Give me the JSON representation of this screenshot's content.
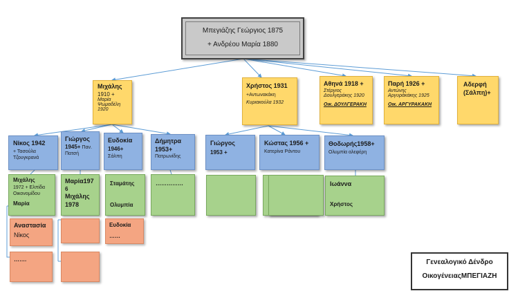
{
  "root": {
    "line1": "Μπεγιάζης Γεώργιος 1875",
    "line2": "+ Ανδρέου Μαρία 1880"
  },
  "children": {
    "michalis": {
      "name": "Μιχάλης",
      "line2": "1910 +",
      "spouse1": "Μαρία",
      "spouse2": "Ψωμαδέλη",
      "spouse3": "1920"
    },
    "christos": {
      "name": "Χρήστος 1931",
      "spouse1": "+Αντωνακάκη",
      "spouse2": "Κυριακούλα 1932"
    },
    "athina": {
      "name": "Αθηνά 1918 +",
      "spouse1": "Στέργιος",
      "spouse2": "Δουλγεράκης 1920",
      "family": "Οικ. ΔΟΥΛΓΕΡΑΚΗ"
    },
    "pari": {
      "name": "Παρή 1926 +",
      "spouse1": "Αντώνης",
      "spouse2": "Αργυράκάκης 1925",
      "family": "Οικ. ΑΡΓΥΡΑΚΑΚΗ"
    },
    "aderfi": {
      "line1": "Αδερφή",
      "line2": "(Σάλπη)+"
    }
  },
  "grandchildren": {
    "nikos": {
      "name": "Νίκος 1942",
      "spouse1": "+ Τασούλα",
      "spouse2": "Τζουγκρανά"
    },
    "giorgos1": {
      "line1": "Γιώργος",
      "line2": "1945+",
      "line2b": " Παν.",
      "line3": "Πατσή"
    },
    "evdokia": {
      "line1": "Ευδοκία",
      "line2": "1946+",
      "line3": "Σάλπη"
    },
    "dimitra": {
      "line1": "Δήμητρα",
      "line2": "1953+",
      "line3": "Πατρωνίδης"
    },
    "giorgos2": {
      "line1": "Γιώργος",
      "line2": "1953 +"
    },
    "kostas": {
      "name": "Κώστας 1956 +",
      "spouse": "Κατερίνα Ράντου"
    },
    "thodoris": {
      "name": "Θοδωρής1958+",
      "spouse": "Ολυμπία αλεφέρη"
    }
  },
  "great_grandchildren": {
    "michalis2": {
      "line1": "Μιχάλης",
      "line2": "1972 + Ελπίδα",
      "line3": "Οικονομίδου",
      "line4": "Μαρία"
    },
    "maria": {
      "line1": "Μαρία197",
      "line2": "6",
      "line3": "Μιχάλης",
      "line4": "1978"
    },
    "stamatis": {
      "line1": "Σταμάτης",
      "line2": "Ολυμπία"
    },
    "dimitra_kids": {
      "line1": "……………"
    },
    "thodoris_kids": {
      "line1": "Ιωάννα",
      "line2": "Χρήστος"
    }
  },
  "great_great": {
    "anastasia": {
      "line1": "Αναστασία",
      "line2": "Νίκος"
    },
    "evdokia2": {
      "line1": "Ευδοκία",
      "line2": "……"
    },
    "dots": {
      "line1": "……."
    }
  },
  "legend": {
    "line1": "Γενεαλογικό Δένδρο",
    "line2": "ΟικογένειαςΜΠΕΓΙΑΖΗ"
  },
  "colors": {
    "root": "#c9c9c9",
    "child": "#ffd86b",
    "grandchild": "#8fb2e2",
    "great_grandchild": "#a7d28c",
    "great_great": "#f4a582",
    "connector": "#5b9bd5"
  }
}
